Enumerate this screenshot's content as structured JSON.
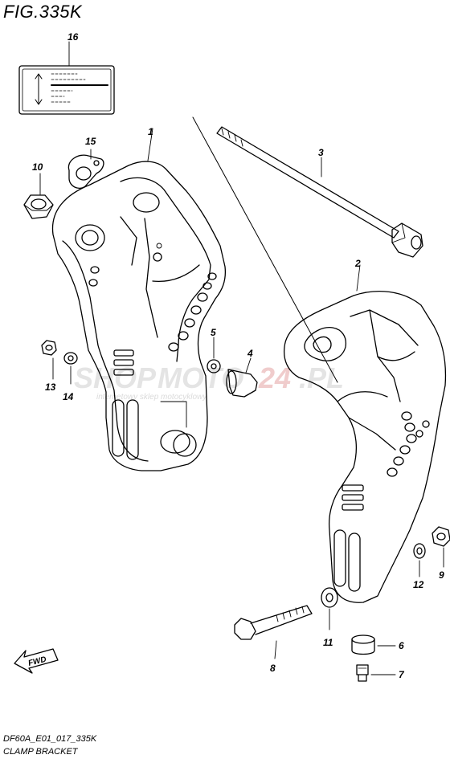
{
  "figure": {
    "title": "FIG.335K"
  },
  "footer": {
    "code": "DF60A_E01_017_335K",
    "name": "CLAMP BRACKET"
  },
  "watermark": {
    "main_a": "SHOP",
    "main_b": "MOTO",
    "main_c": "24",
    "main_d": ".PL",
    "sub": "internetowy sklep motocyklowy"
  },
  "fwd_label": "FWD",
  "callouts": {
    "c1": "1",
    "c2": "2",
    "c3": "3",
    "c4": "4",
    "c5": "5",
    "c6": "6",
    "c7": "7",
    "c8": "8",
    "c9": "9",
    "c10": "10",
    "c11": "11",
    "c12": "12",
    "c13": "13",
    "c14": "14",
    "c15": "15",
    "c16": "16"
  },
  "colors": {
    "line": "#000000",
    "watermark_gray": "#c8c8c8",
    "watermark_red": "#e8a0a0"
  }
}
